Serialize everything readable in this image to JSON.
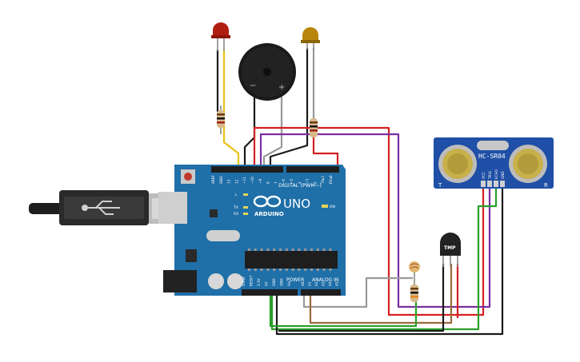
{
  "board": {
    "brand": "ARDUINO",
    "model": "UNO",
    "header_digital": "DIGITAL (PWM~)",
    "header_power": "POWER",
    "header_analog": "ANALOG IN",
    "led_on": "ON",
    "led_l": "L",
    "led_tx": "TX",
    "led_rx": "RX",
    "digital_pins": [
      "AREF",
      "GND",
      "13",
      "12",
      "~11",
      "~10",
      "~9",
      "8",
      "7",
      "~6",
      "~5",
      "4",
      "~3",
      "2",
      "TX▸1",
      "RX◂0"
    ],
    "power_pins": [
      "IOREF",
      "RESET",
      "3.3V",
      "5V",
      "GND",
      "GND",
      "Vin"
    ],
    "analog_pins": [
      "A0",
      "A1",
      "A2",
      "A3",
      "A4",
      "A5"
    ]
  },
  "sensor": {
    "model": "HC-SR04",
    "pins": [
      "VCC",
      "TRIG",
      "ECHO",
      "GND"
    ],
    "left_mark": "T",
    "right_mark": "R"
  },
  "temp_sensor": {
    "label": "TMP"
  },
  "buzzer": {
    "minus": "−",
    "plus": "+"
  },
  "colors": {
    "board": "#1f6fa8",
    "board_dark": "#175a8c",
    "wire_red": "#d42020",
    "wire_purple": "#7d2fa0",
    "wire_green": "#2aa02a",
    "wire_black": "#1a1a1a",
    "wire_grey": "#9a9a9a",
    "wire_brown": "#9a6a3c",
    "wire_yellow": "#e8c21a",
    "led_red": "#b01e10",
    "led_yellow": "#b8860b",
    "sensor_body": "#1f4fa6",
    "transducer": "#c8b04a"
  }
}
